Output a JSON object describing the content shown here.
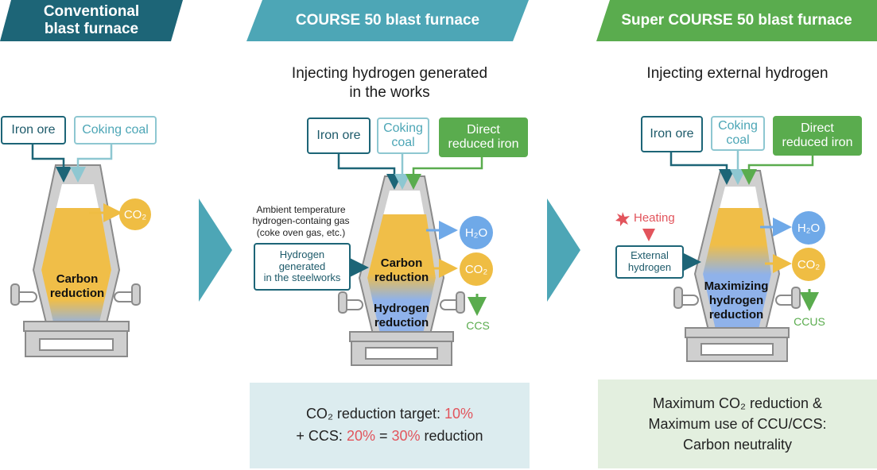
{
  "columns": [
    {
      "banner": [
        "Conventional",
        "blast furnace"
      ],
      "banner_color": "#1d6577"
    },
    {
      "banner": [
        "COURSE 50 blast furnace"
      ],
      "banner_color": "#4da6b6",
      "subtitle": [
        "Injecting hydrogen generated",
        "in the works"
      ]
    },
    {
      "banner": [
        "Super COURSE 50 blast furnace"
      ],
      "banner_color": "#5aac4e",
      "subtitle": [
        "Injecting external hydrogen"
      ]
    }
  ],
  "labels": {
    "iron_ore": "Iron ore",
    "coking_coal": "Coking coal",
    "coking_coal_split": [
      "Coking",
      "coal"
    ],
    "direct_reduced_iron": [
      "Direct",
      "reduced iron"
    ],
    "co2": "CO₂",
    "h2o": "H₂O",
    "carbon_reduction": [
      "Carbon",
      "reduction"
    ],
    "hydrogen_reduction": [
      "Hydrogen",
      "reduction"
    ],
    "max_hydrogen_reduction": [
      "Maximizing",
      "hydrogen",
      "reduction"
    ],
    "ccs": "CCS",
    "ccus": "CCUS",
    "ambient_note": [
      "Ambient temperature",
      "hydrogen-containg gas",
      "(coke oven gas, etc.)"
    ],
    "hydrogen_generated": [
      "Hydrogen",
      "generated",
      "in the steelworks"
    ],
    "heating": "Heating",
    "external_hydrogen": [
      "External",
      "hydrogen"
    ]
  },
  "summary_course50": {
    "line1_prefix": "CO₂ reduction target: ",
    "line1_value": "10%",
    "line2_prefix": "+ CCS: ",
    "line2_value_a": "20%",
    "line2_mid": " = ",
    "line2_value_b": "30%",
    "line2_suffix": " reduction"
  },
  "summary_super": [
    "Maximum CO₂ reduction &",
    "Maximum use of CCU/CCS:",
    "Carbon neutrality"
  ],
  "colors": {
    "dark_teal": "#1d6577",
    "light_teal": "#4da6b6",
    "green": "#5aac4e",
    "gold": "#efbd43",
    "blue": "#6fa9e8",
    "red": "#e2545c",
    "summary_blue_bg": "#dcecef",
    "summary_green_bg": "#e3efdf"
  }
}
